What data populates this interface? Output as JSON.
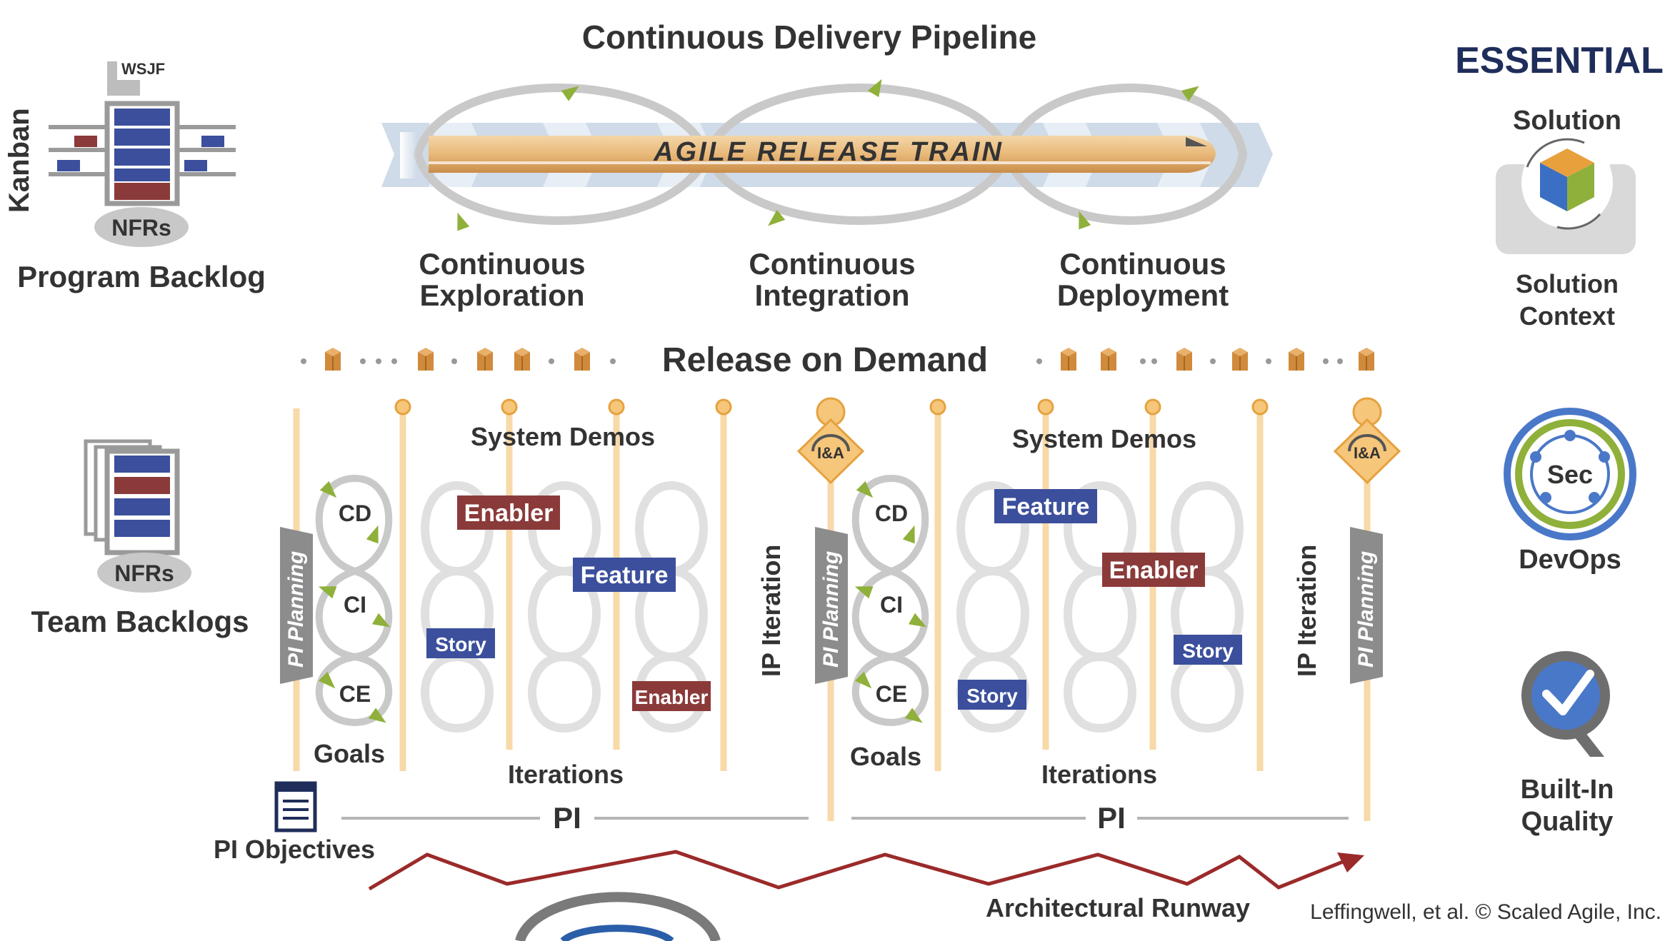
{
  "title": "Continuous Delivery Pipeline",
  "config_label": "ESSENTIAL",
  "art_label": "AGILE RELEASE TRAIN",
  "pipeline": {
    "exploration": [
      "Continuous",
      "Exploration"
    ],
    "integration": [
      "Continuous",
      "Integration"
    ],
    "deployment": [
      "Continuous",
      "Deployment"
    ]
  },
  "release_on_demand": "Release on Demand",
  "program": {
    "kanban": "Kanban",
    "wsjf": "WSJF",
    "nfrs": "NFRs",
    "backlog": "Program Backlog"
  },
  "team": {
    "nfrs": "NFRs",
    "backlog": "Team Backlogs"
  },
  "pi_left": {
    "system_demos": "System Demos",
    "pi_planning": "PI Planning",
    "ip_iteration": "IP Iteration",
    "cd": "CD",
    "ci": "CI",
    "ce": "CE",
    "goals": "Goals",
    "iterations": "Iterations",
    "pi": "PI",
    "tags": {
      "enabler_top": "Enabler",
      "feature": "Feature",
      "story": "Story",
      "enabler_bottom": "Enabler"
    },
    "ia": "I&A"
  },
  "pi_right": {
    "system_demos": "System Demos",
    "pi_planning": "PI Planning",
    "ip_iteration": "IP Iteration",
    "cd": "CD",
    "ci": "CI",
    "ce": "CE",
    "goals": "Goals",
    "iterations": "Iterations",
    "pi": "PI",
    "tags": {
      "feature": "Feature",
      "enabler": "Enabler",
      "story_right": "Story",
      "story_left": "Story"
    },
    "ia": "I&A"
  },
  "pi_planning_far_right": "PI Planning",
  "pi_objectives": "PI Objectives",
  "architectural_runway": "Architectural Runway",
  "copyright": "Leffingwell, et al. © Scaled Agile, Inc.",
  "right_panel": {
    "solution": "Solution",
    "solution_context": [
      "Solution",
      "Context"
    ],
    "sec": "Sec",
    "devops": "DevOps",
    "quality": [
      "Built-In",
      "Quality"
    ]
  },
  "colors": {
    "navy": "#1f2d5a",
    "feature_blue": "#3b4f9c",
    "enabler_red": "#8b3a3a",
    "runway_red": "#9b2a2a",
    "arrow_green": "#8fb03a",
    "lane_orange": "#f6c67a",
    "gray": "#8a8a8a"
  }
}
